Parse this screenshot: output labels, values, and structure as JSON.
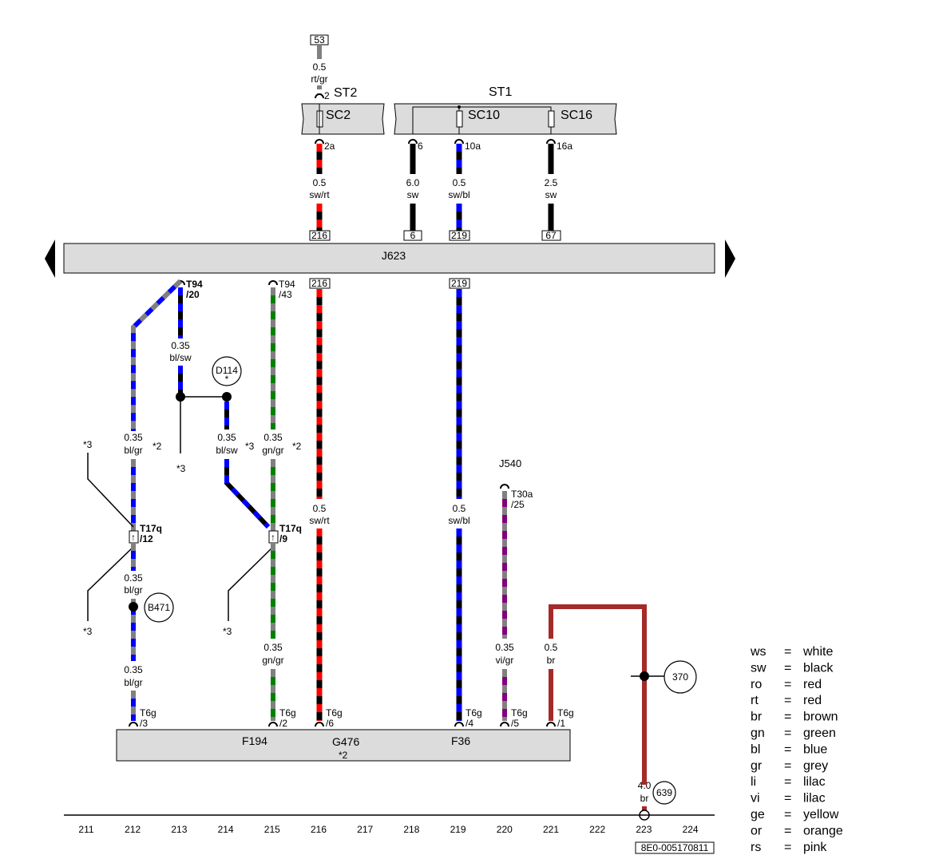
{
  "top": {
    "ref53": "53",
    "w_rtgr_size": "0.5",
    "w_rtgr_color": "rt/gr",
    "pin2": "2",
    "st2": "ST2",
    "st1": "ST1",
    "sc2": "SC2",
    "sc10": "SC10",
    "sc16": "SC16",
    "pin2a": "2a",
    "pin6": "6",
    "pin10a": "10a",
    "pin16a": "16a",
    "w1_size": "0.5",
    "w1_color": "sw/rt",
    "w2_size": "6.0",
    "w2_color": "sw",
    "w3_size": "0.5",
    "w3_color": "sw/bl",
    "w4_size": "2.5",
    "w4_color": "sw",
    "ref216": "216",
    "ref6": "6",
    "ref219": "219",
    "ref67": "67"
  },
  "module": {
    "label": "J623"
  },
  "lower": {
    "t94_20_a": "T94",
    "t94_20_b": "/20",
    "t94_43_a": "T94",
    "t94_43_b": "/43",
    "ref216b": "216",
    "ref219b": "219",
    "w_blsw_size": "0.35",
    "w_blsw_color": "bl/sw",
    "d114": "D114",
    "d114_star": "*",
    "w_blgr1_size": "0.35",
    "w_blgr1_color": "bl/gr",
    "star2a": "*2",
    "star3a": "*3",
    "star3b": "*3",
    "w_blsw2_size": "0.35",
    "w_blsw2_color": "bl/sw",
    "star3c": "*3",
    "w_gngr1_size": "0.35",
    "w_gngr1_color": "gn/gr",
    "star2b": "*2",
    "t17q12_a": "T17q",
    "t17q12_b": "/12",
    "t17q9_a": "T17q",
    "t17q9_b": "/9",
    "w_blgr2_size": "0.35",
    "w_blgr2_color": "bl/gr",
    "b471": "B471",
    "star3d": "*3",
    "star3e": "*3",
    "w_swrt2_size": "0.5",
    "w_swrt2_color": "sw/rt",
    "w_swbl2_size": "0.5",
    "w_swbl2_color": "sw/bl",
    "j540": "J540",
    "t30a_a": "T30a",
    "t30a_b": "/25",
    "w_gngr2_size": "0.35",
    "w_gngr2_color": "gn/gr",
    "w_blgr3_size": "0.35",
    "w_blgr3_color": "bl/gr",
    "w_vigr_size": "0.35",
    "w_vigr_color": "vi/gr",
    "w_br1_size": "0.5",
    "w_br1_color": "br",
    "c370": "370",
    "w_br2_size": "4.0",
    "w_br2_color": "br",
    "c639": "639",
    "t6g_3": "T6g",
    "p3": "/3",
    "t6g_2": "T6g",
    "p2": "/2",
    "t6g_6": "T6g",
    "p6": "/6",
    "t6g_4": "T6g",
    "p4": "/4",
    "t6g_5": "T6g",
    "p5": "/5",
    "t6g_1": "T6g",
    "p1": "/1",
    "f194": "F194",
    "g476": "G476",
    "f36": "F36",
    "star2c": "*2"
  },
  "grid": [
    "211",
    "212",
    "213",
    "214",
    "215",
    "216",
    "217",
    "218",
    "219",
    "220",
    "221",
    "222",
    "223",
    "224"
  ],
  "docref": "8E0-005170811",
  "legend": [
    {
      "abbr": "ws",
      "eq": "=",
      "name": "white"
    },
    {
      "abbr": "sw",
      "eq": "=",
      "name": "black"
    },
    {
      "abbr": "ro",
      "eq": "=",
      "name": "red"
    },
    {
      "abbr": "rt",
      "eq": "=",
      "name": "red"
    },
    {
      "abbr": "br",
      "eq": "=",
      "name": "brown"
    },
    {
      "abbr": "gn",
      "eq": "=",
      "name": "green"
    },
    {
      "abbr": "bl",
      "eq": "=",
      "name": "blue"
    },
    {
      "abbr": "gr",
      "eq": "=",
      "name": "grey"
    },
    {
      "abbr": "li",
      "eq": "=",
      "name": "lilac"
    },
    {
      "abbr": "vi",
      "eq": "=",
      "name": "lilac"
    },
    {
      "abbr": "ge",
      "eq": "=",
      "name": "yellow"
    },
    {
      "abbr": "or",
      "eq": "=",
      "name": "orange"
    },
    {
      "abbr": "rs",
      "eq": "=",
      "name": "pink"
    }
  ],
  "colors": {
    "black": "#000000",
    "red": "#ff0000",
    "blue": "#0000ff",
    "grey": "#808080",
    "green": "#008000",
    "violet": "#800080",
    "brown": "#a52a2a",
    "box": "#dcdcdc"
  }
}
